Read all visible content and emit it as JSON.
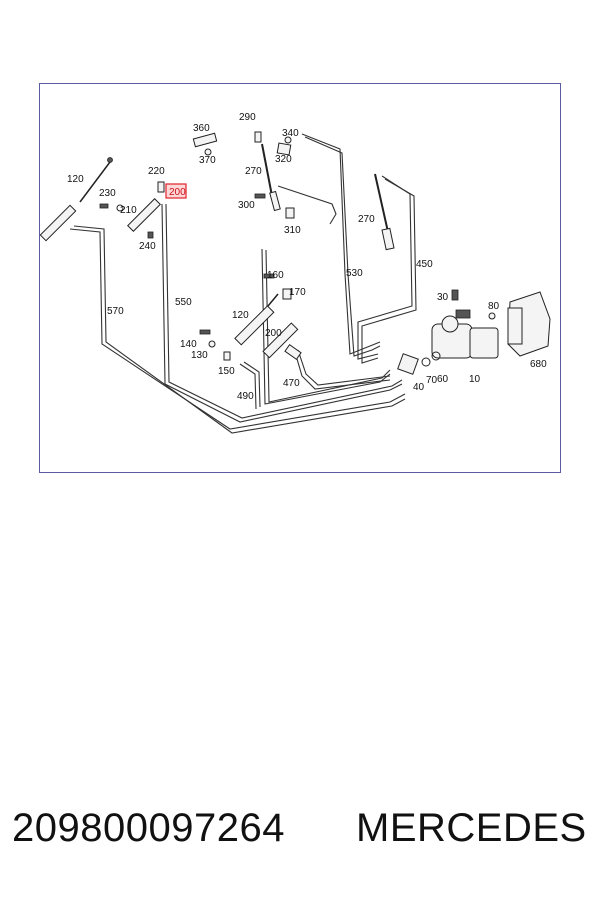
{
  "diagram": {
    "labels": {
      "l120a": "120",
      "l230": "230",
      "l210": "210",
      "l220": "220",
      "l200a": "200",
      "l240": "240",
      "l360": "360",
      "l370": "370",
      "l290": "290",
      "l340": "340",
      "l320": "320",
      "l270a": "270",
      "l300": "300",
      "l310": "310",
      "l270b": "270",
      "l450": "450",
      "l530": "530",
      "l550": "550",
      "l570": "570",
      "l160": "160",
      "l170": "170",
      "l120b": "120",
      "l200b": "200",
      "l140": "140",
      "l130": "130",
      "l150": "150",
      "l470": "470",
      "l490": "490",
      "l30": "30",
      "l80": "80",
      "l680": "680",
      "l40": "40",
      "l70": "70",
      "l60": "60",
      "l10": "10"
    },
    "highlighted_label": "l200a",
    "highlight_color": "#e0212a"
  },
  "footer": {
    "part_number": "209800097264",
    "brand": "MERCEDES"
  }
}
